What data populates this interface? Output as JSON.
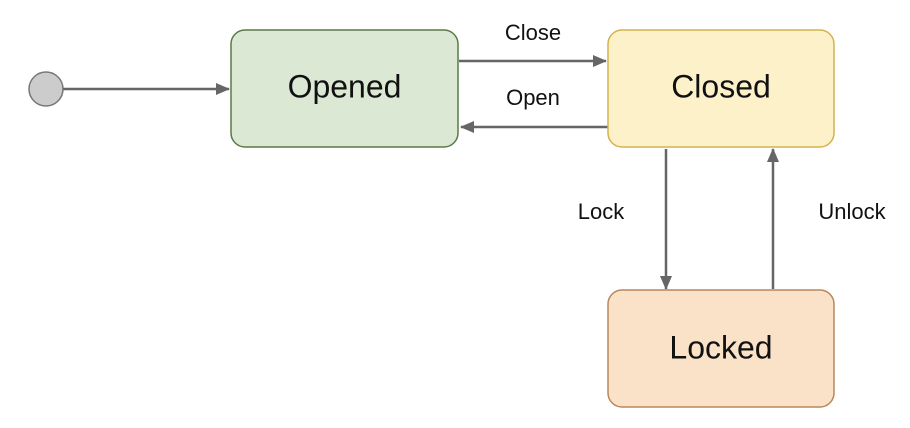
{
  "states": {
    "opened": {
      "label": "Opened",
      "fill": "#dbe8d4",
      "stroke": "#5a7a46"
    },
    "closed": {
      "label": "Closed",
      "fill": "#fdf1c9",
      "stroke": "#d3b24e"
    },
    "locked": {
      "label": "Locked",
      "fill": "#f9e2c8",
      "stroke": "#b9865a"
    }
  },
  "initial": {
    "fill": "#cccccc",
    "stroke": "#777777"
  },
  "transitions": {
    "close": {
      "label": "Close"
    },
    "open": {
      "label": "Open"
    },
    "lock": {
      "label": "Lock"
    },
    "unlock": {
      "label": "Unlock"
    }
  },
  "colors": {
    "arrow": "#666666"
  }
}
